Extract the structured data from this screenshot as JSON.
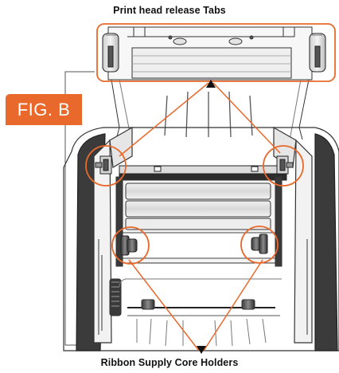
{
  "labels": {
    "top": "Print head release Tabs",
    "bottom": "Ribbon Supply Core Holders",
    "figure": "FIG. B"
  },
  "colors": {
    "accent": "#e8692b",
    "outline": "#333333",
    "frame_dark": "#3a3a3a",
    "frame_light": "#f2f2f2",
    "roller_light": "#e9e9e9",
    "roller_mid": "#bdbdbd"
  }
}
